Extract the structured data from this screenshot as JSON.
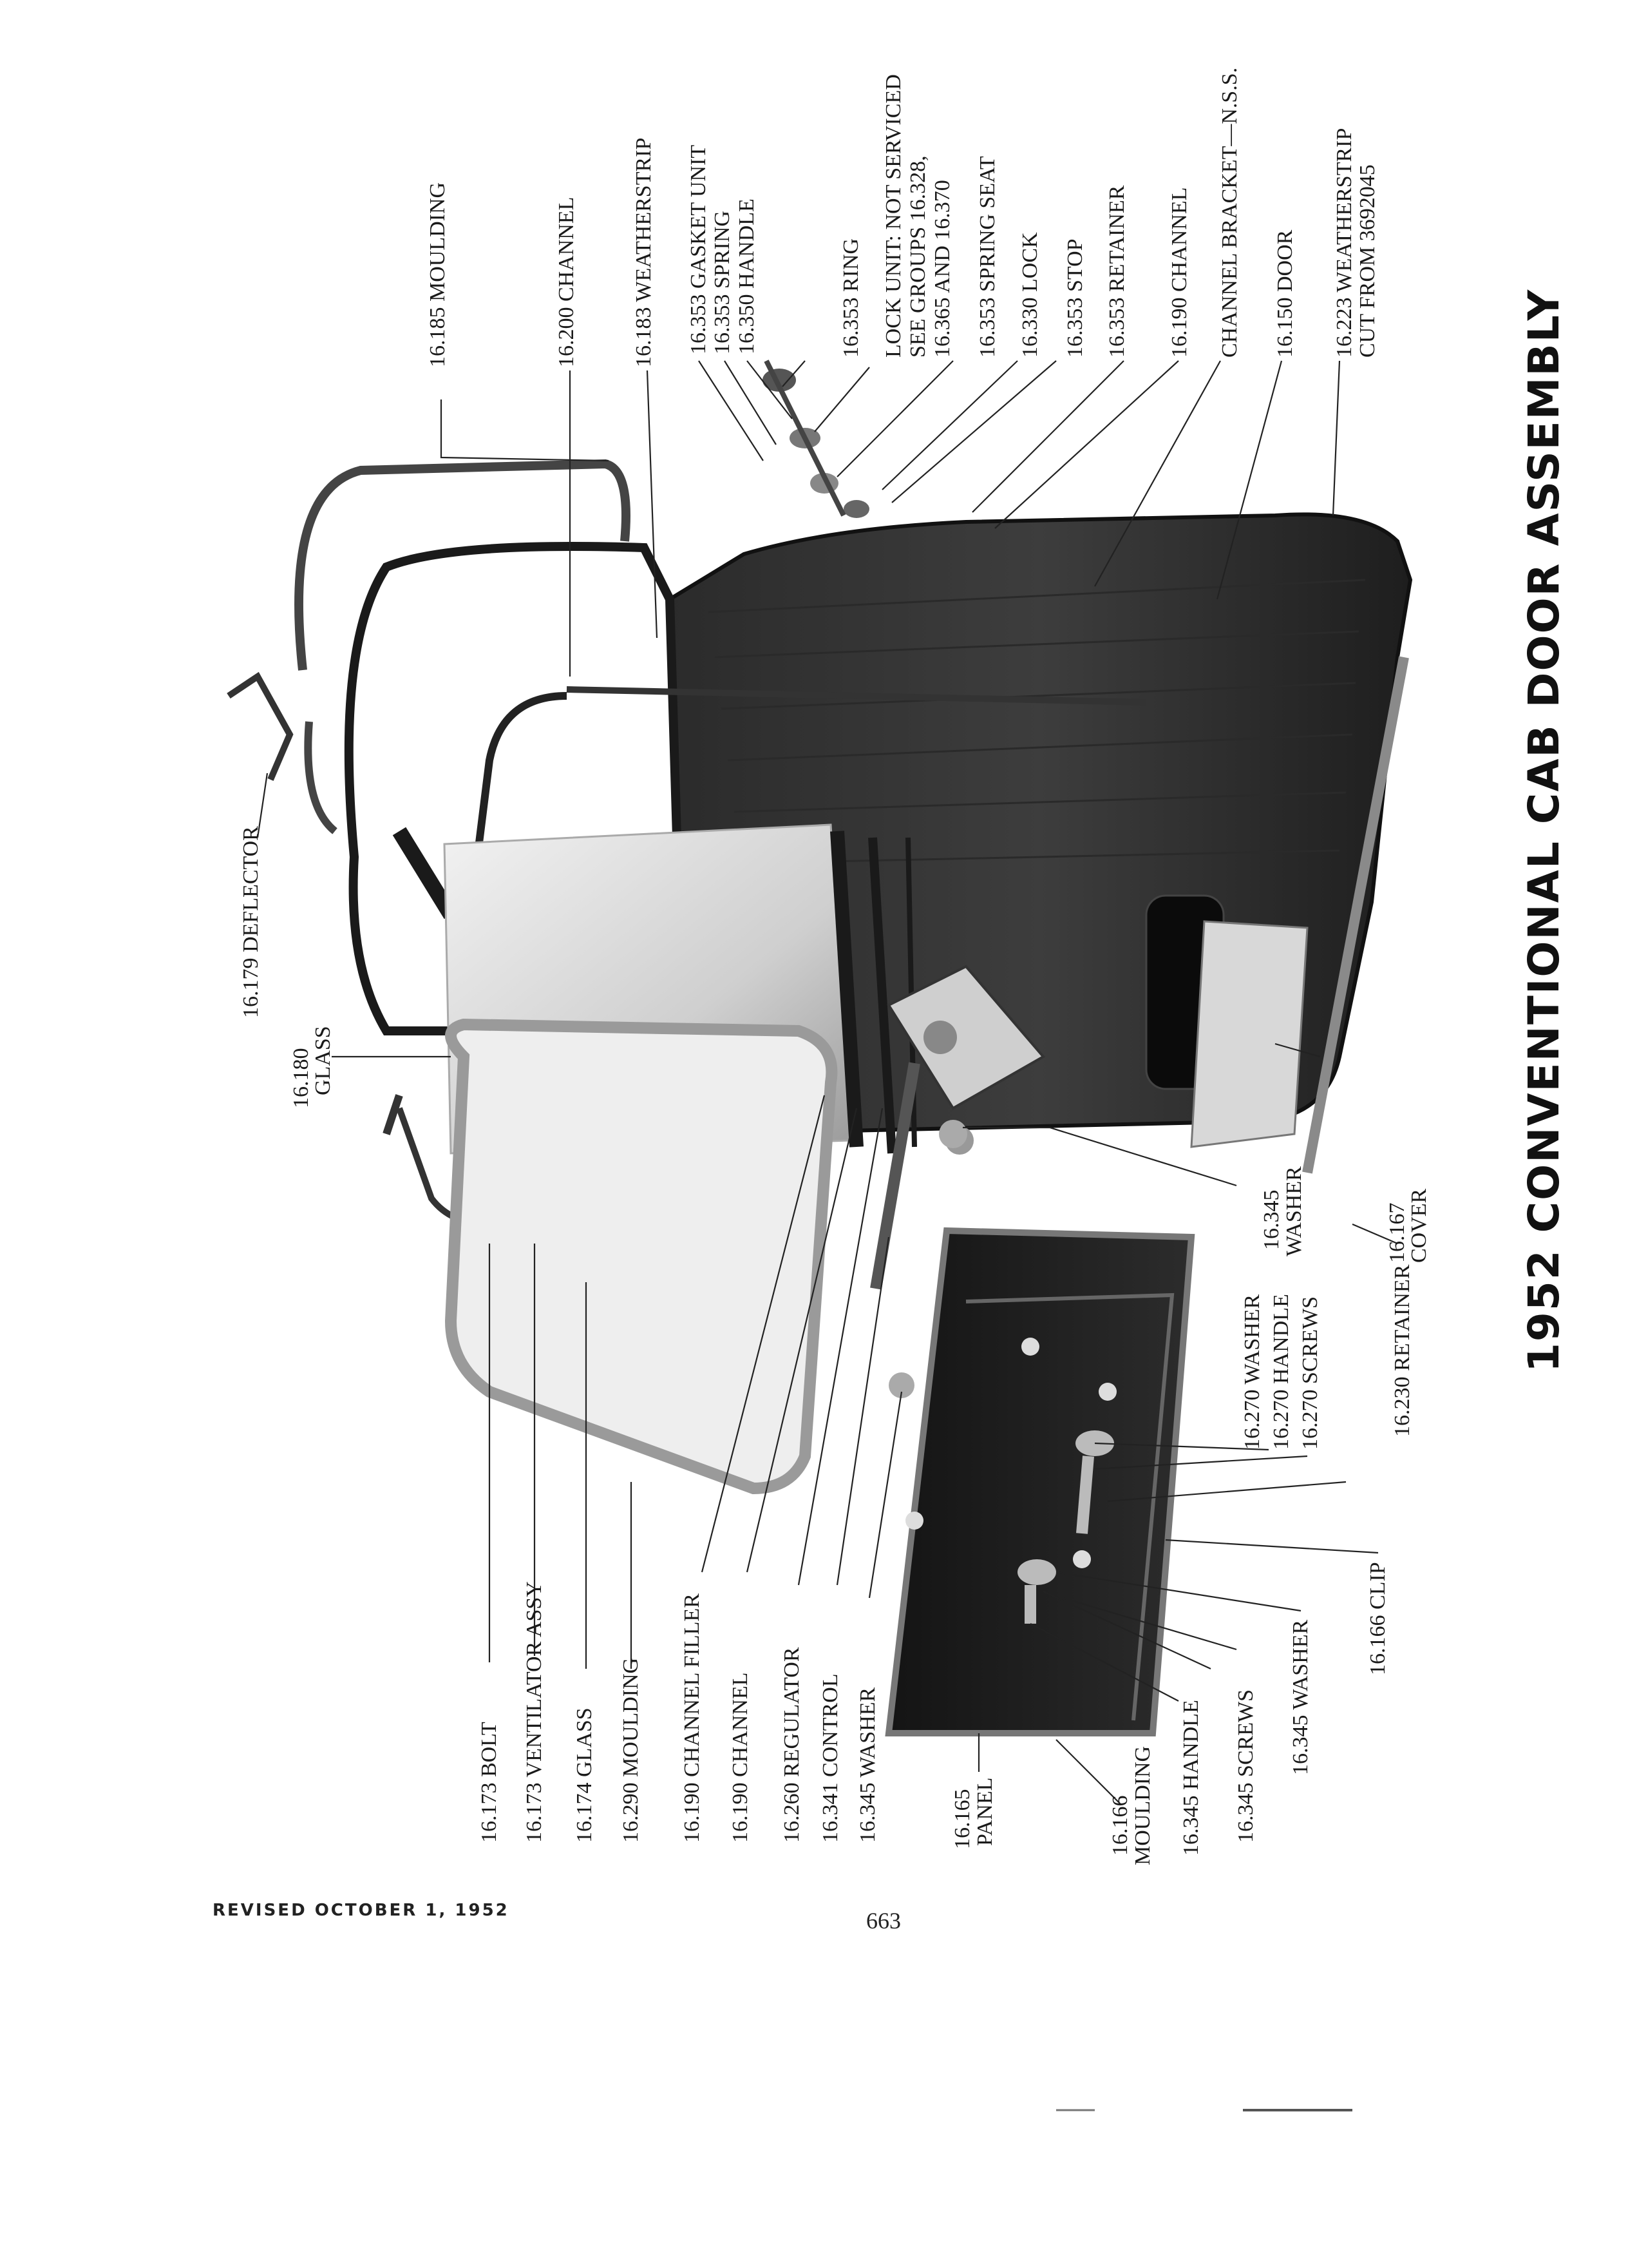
{
  "title": "1952 CONVENTIONAL CAB DOOR ASSEMBLY",
  "footer": {
    "revised": "REVISED OCTOBER 1, 1952",
    "page_number": "663"
  },
  "labels": {
    "moulding_16185": "16.185 MOULDING",
    "channel_16200": "16.200 CHANNEL",
    "weatherstrip_16183": "16.183 WEATHERSTRIP",
    "gasket_16353": "16.353 GASKET UNIT",
    "spring_16353": "16.353 SPRING",
    "handle_16350": "16.350 HANDLE",
    "ring_16353": "16.353 RING",
    "lock_unit_1": "LOCK UNIT: NOT SERVICED",
    "lock_unit_2": "SEE GROUPS 16.328,",
    "lock_unit_3": "16.365 AND 16.370",
    "spring_seat_16353": "16.353 SPRING SEAT",
    "lock_16330": "16.330 LOCK",
    "stop_16353": "16.353 STOP",
    "retainer_16353": "16.353 RETAINER",
    "channel_16190_top": "16.190 CHANNEL",
    "channel_bracket": "CHANNEL BRACKET—N.S.S.",
    "door_16150": "16.150 DOOR",
    "weatherstrip_16223_1": "16.223 WEATHERSTRIP",
    "weatherstrip_16223_2": "CUT FROM 3692045",
    "deflector_16179": "16.179 DEFLECTOR",
    "glass_16180_num": "16.180",
    "glass_16180_name": "GLASS",
    "retainer_16230": "16.230 RETAINER",
    "cover_16167_num": "16.167",
    "cover_16167_name": "COVER",
    "washer_16345_num": "16.345",
    "washer_16345_name": "WASHER",
    "bolt_16173": "16.173 BOLT",
    "vent_16173": "16.173 VENTILATOR ASSY",
    "glass_16174": "16.174 GLASS",
    "moulding_16290": "16.290 MOULDING",
    "channel_filler_16190": "16.190 CHANNEL FILLER",
    "channel_16190_left": "16.190 CHANNEL",
    "regulator_16260": "16.260 REGULATOR",
    "control_16341": "16.341 CONTROL",
    "washer_16345_left": "16.345 WASHER",
    "panel_16165_num": "16.165",
    "panel_16165_name": "PANEL",
    "moulding_16166_num": "16.166",
    "moulding_16166_name": "MOULDING",
    "handle_16345": "16.345 HANDLE",
    "screws_16345": "16.345 SCREWS",
    "washer_16345_right": "16.345 WASHER",
    "washer_16270": "16.270 WASHER",
    "handle_16270": "16.270 HANDLE",
    "screws_16270": "16.270 SCREWS",
    "clip_16166": "16.166 CLIP"
  }
}
